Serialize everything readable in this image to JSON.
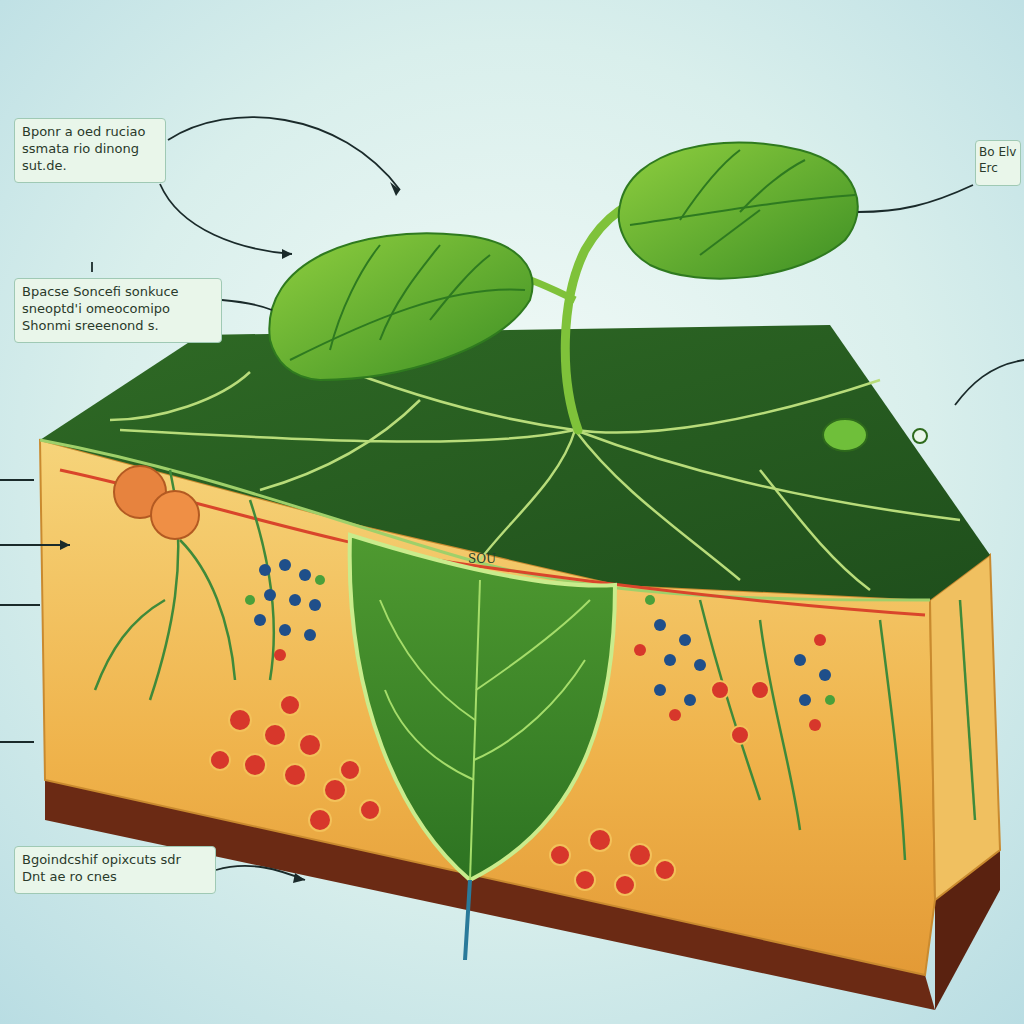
{
  "diagram": {
    "nodes": [
      {
        "text": [
          "Bponr a oed ruciao ssmata rio dinong sut.de."
        ]
      },
      {
        "text": [
          "Bpacse Soncefi sonkuce sneoptd'i omeocomipo Shonmi sreeenond s."
        ]
      },
      {
        "text": [
          "Bgoindcshif opixcuts sdr Dnt ae ro cnes"
        ]
      },
      {
        "text": [
          "Bo Elv Erc"
        ]
      }
    ],
    "labels": [
      "SOU"
    ]
  }
}
